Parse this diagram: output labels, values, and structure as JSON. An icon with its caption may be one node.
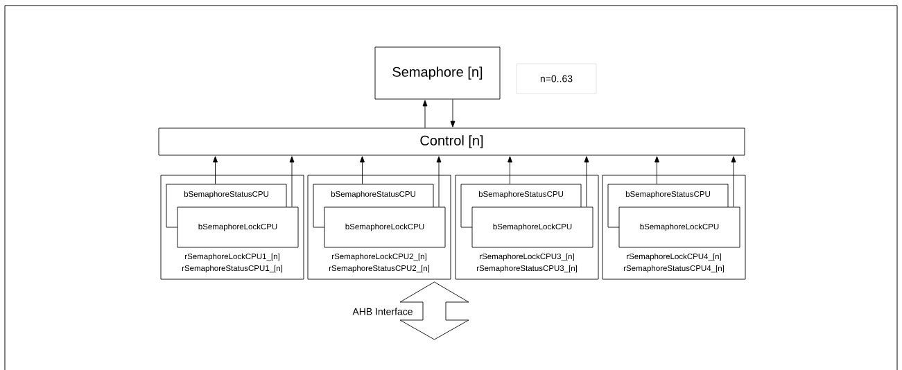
{
  "diagram": {
    "nodes": [
      {
        "text": [
          "Semaphore [n]"
        ]
      },
      {
        "text": [
          "n=0..63"
        ]
      },
      {
        "text": [
          "Control [n]"
        ]
      },
      {
        "text": [
          "rSemaphoreLockCPU1_[n]",
          "rSemaphoreStatusCPU1_[n]"
        ]
      },
      {
        "text": [
          "bSemaphoreStatusCPU"
        ],
        "in": 3
      },
      {
        "text": [
          "bSemaphoreLockCPU"
        ],
        "in": 3
      },
      {
        "text": [
          "rSemaphoreLockCPU2_[n]",
          "rSemaphoreStatusCPU2_[n]"
        ]
      },
      {
        "text": [
          "bSemaphoreStatusCPU"
        ],
        "in": 6
      },
      {
        "text": [
          "bSemaphoreLockCPU"
        ],
        "in": 6
      },
      {
        "text": [
          "rSemaphoreLockCPU3_[n]",
          "rSemaphoreStatusCPU3_[n]"
        ]
      },
      {
        "text": [
          "bSemaphoreStatusCPU"
        ],
        "in": 9
      },
      {
        "text": [
          "bSemaphoreLockCPU"
        ],
        "in": 9
      },
      {
        "text": [
          "rSemaphoreLockCPU4_[n]",
          "rSemaphoreStatusCPU4_[n]"
        ]
      },
      {
        "text": [
          "bSemaphoreStatusCPU"
        ],
        "in": 12
      },
      {
        "text": [
          "bSemaphoreLockCPU"
        ],
        "in": 12
      },
      {
        "text": [],
        "shape": "double-arrow",
        "beside": [
          "AHB Interface"
        ]
      }
    ],
    "edges": [
      {
        "from": 2,
        "to": 0,
        "arrow": "to"
      },
      {
        "from": 0,
        "to": 2,
        "arrow": "to"
      },
      {
        "from": 4,
        "to": 2,
        "arrow": "to"
      },
      {
        "from": 5,
        "to": 2,
        "arrow": "to"
      },
      {
        "from": 7,
        "to": 2,
        "arrow": "to"
      },
      {
        "from": 8,
        "to": 2,
        "arrow": "to"
      },
      {
        "from": 10,
        "to": 2,
        "arrow": "to"
      },
      {
        "from": 11,
        "to": 2,
        "arrow": "to"
      },
      {
        "from": 13,
        "to": 2,
        "arrow": "to"
      },
      {
        "from": 14,
        "to": 2,
        "arrow": "to"
      }
    ]
  }
}
